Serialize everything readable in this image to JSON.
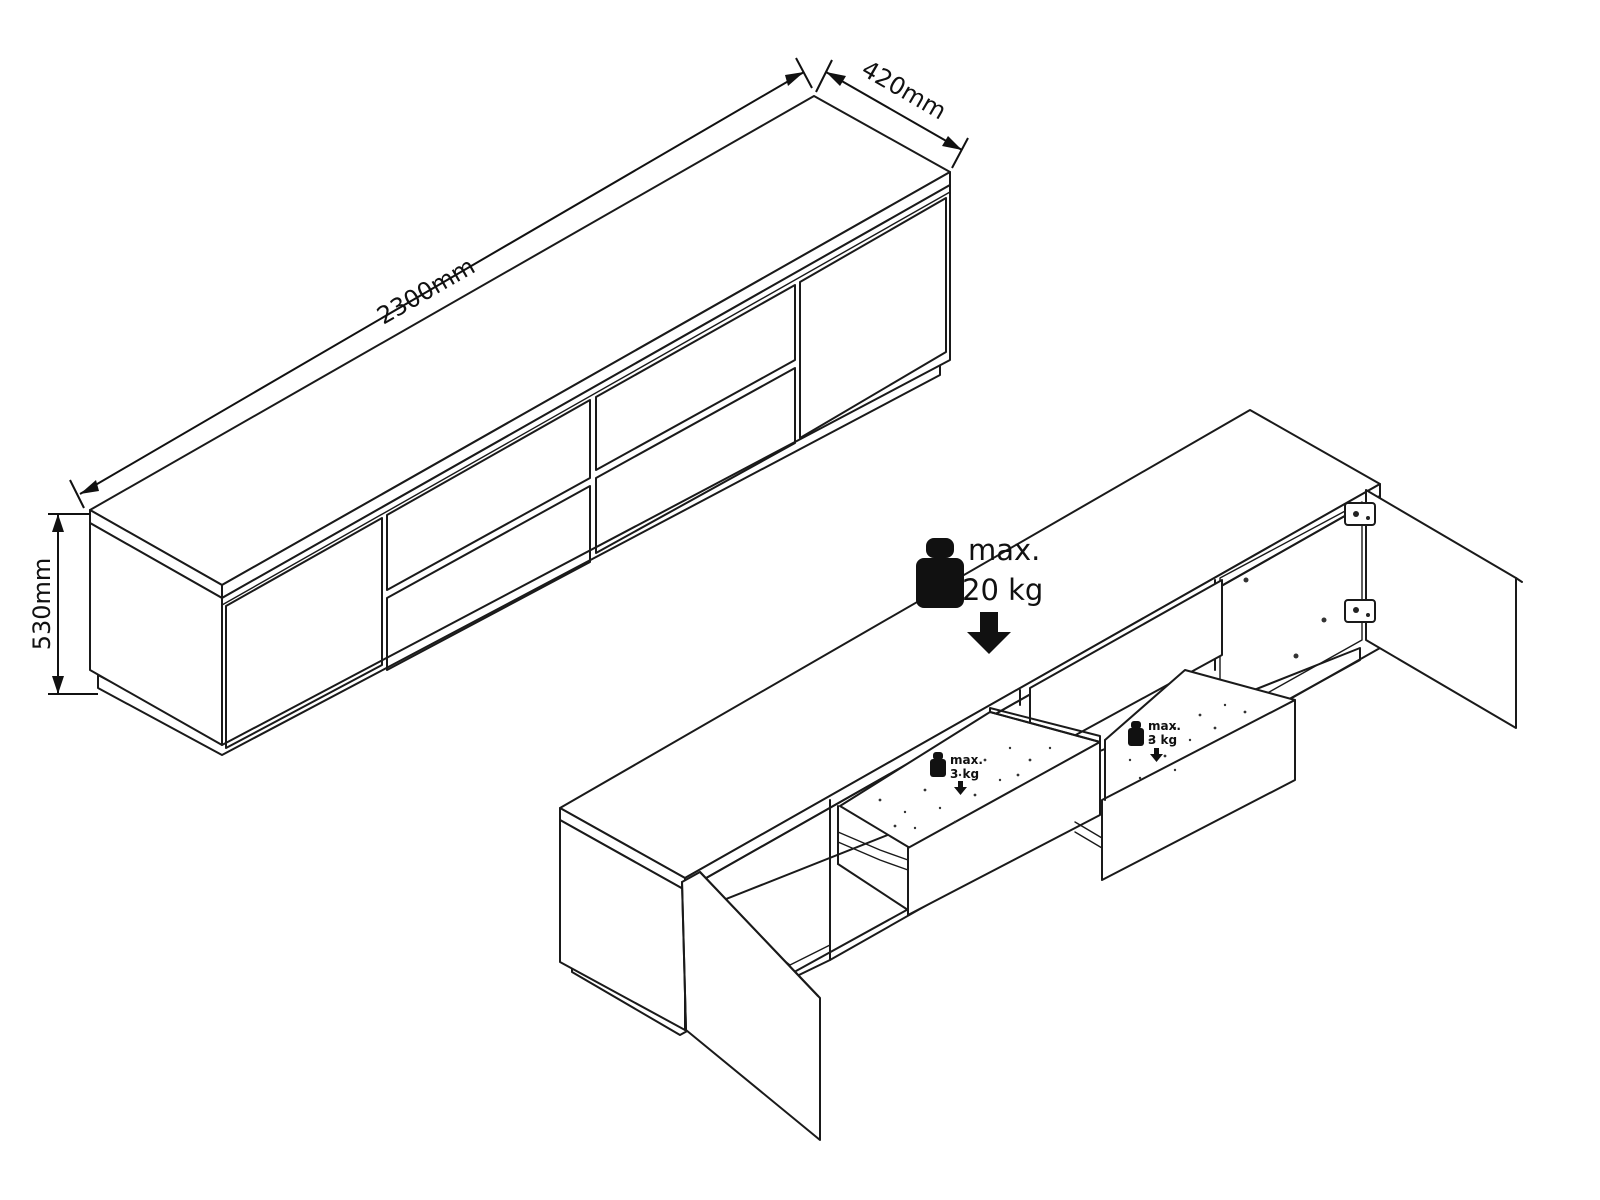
{
  "dimensions": {
    "length": "2300mm",
    "depth": "420mm",
    "height": "530mm"
  },
  "loads": {
    "top": {
      "line1": "max.",
      "line2": "20 kg"
    },
    "drawer_left": {
      "line1": "max.",
      "line2": "3 kg"
    },
    "drawer_right": {
      "line1": "max.",
      "line2": "3 kg"
    }
  },
  "icons": [
    "weight-icon",
    "down-arrow-icon"
  ],
  "colors": {
    "line": "#1a1a1a",
    "background": "#ffffff",
    "weight": "#111111"
  }
}
